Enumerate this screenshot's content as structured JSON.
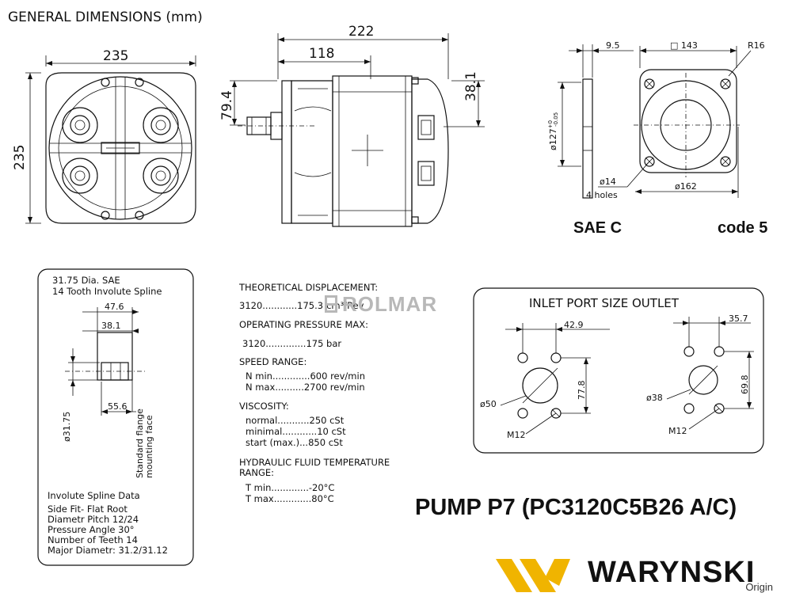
{
  "header": {
    "title": "GENERAL DIMENSIONS (mm)"
  },
  "front_view": {
    "width": "235",
    "height": "235"
  },
  "side_view": {
    "length": "222",
    "flange_offset": "118",
    "shaft_height": "79.4",
    "port_offset": "38.1"
  },
  "flange": {
    "thickness": "9.5",
    "square": "□ 143",
    "radius": "R16",
    "pilot_dia_prefix": "ø127",
    "pilot_tol_upper": "+0",
    "pilot_tol_lower": "-0.05",
    "hole_dia": "ø14",
    "hole_count": "4 holes",
    "bolt_circle": "ø162",
    "standard": "SAE C",
    "code": "code 5"
  },
  "shaft": {
    "title_line1": "31.75 Dia. SAE",
    "title_line2": "14 Tooth Involute Spline",
    "dim_a": "47.6",
    "dim_b": "38.1",
    "dim_c": "55.6",
    "dia": "ø31.75",
    "face_label_1": "Standard flange",
    "face_label_2": "mounting face",
    "spline_heading": "Involute Spline Data",
    "spline_lines": [
      "Side Fit- Flat Root",
      "Diametr Pitch 12/24",
      "Pressure Angle 30°",
      "Number of Teeth 14",
      "Major Diametr: 31.2/31.12"
    ]
  },
  "specs": {
    "displacement_label": "THEORETICAL DISPLACEMENT:",
    "displacement_value": "3120............175.3",
    "displacement_unit": "cm³/Rev",
    "pressure_label": "OPERATING PRESSURE MAX:",
    "pressure_value": "3120..............175  bar",
    "speed_label": "SPEED RANGE:",
    "speed_min": "N  min.............600  rev/min",
    "speed_max": "N  max..........2700  rev/min",
    "viscosity_label": "VISCOSITY:",
    "visc_normal": "normal...........250  cSt",
    "visc_minimal": "minimal............10  cSt",
    "visc_start": "start  (max.)...850  cSt",
    "temp_label_1": "HYDRAULIC FLUID TEMPERATURE",
    "temp_label_2": "RANGE:",
    "temp_min": "T  min.............-20°C",
    "temp_max": "T  max.............80°C"
  },
  "ports": {
    "heading": "INLET     PORT  SIZE     OUTLET",
    "inlet_spacing": "42.9",
    "inlet_height": "77.8",
    "inlet_dia": "ø50",
    "inlet_thread": "M12",
    "outlet_spacing": "35.7",
    "outlet_height": "69.8",
    "outlet_dia": "ø38",
    "outlet_thread": "M12"
  },
  "product": {
    "title": "PUMP P7 (PC3120C5B26 A/C)"
  },
  "watermark": {
    "text": "ROLMAR"
  },
  "brand": {
    "name": "WARYNSKI",
    "sub": "Origin",
    "mark_color": "#f0b400"
  }
}
